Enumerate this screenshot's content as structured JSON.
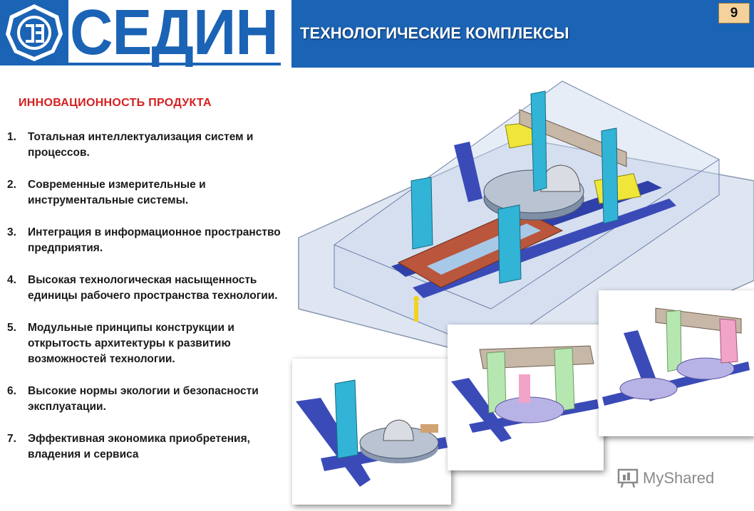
{
  "logo": {
    "text": "СЕДИН"
  },
  "header": {
    "title": "ТЕХНОЛОГИЧЕСКИЕ КОМПЛЕКСЫ",
    "page_number": "9"
  },
  "section": {
    "title": "ИННОВАЦИОННОСТЬ  ПРОДУКТА"
  },
  "items": [
    {
      "num": "1.",
      "text": "Тотальная интеллектуализация систем и процессов."
    },
    {
      "num": "2.",
      "text": "Современные измерительные и инструментальные системы."
    },
    {
      "num": "3.",
      "text": "Интеграция в информационное пространство предприятия."
    },
    {
      "num": "4.",
      "text": "Высокая технологическая насыщенность единицы рабочего пространства технологии."
    },
    {
      "num": "5.",
      "text": "Модульные принципы конструкции и открытость архитектуры к развитию возможностей технологии."
    },
    {
      "num": "6.",
      "text": "Высокие нормы экологии и безопасности эксплуатации."
    },
    {
      "num": "7.",
      "text": "Эффективная экономика приобретения, владения и сервиса"
    }
  ],
  "watermark": {
    "text": "MyShared"
  },
  "colors": {
    "brand_blue": "#1b63b5",
    "accent_red": "#d42020",
    "page_badge": "#f5d29c"
  }
}
